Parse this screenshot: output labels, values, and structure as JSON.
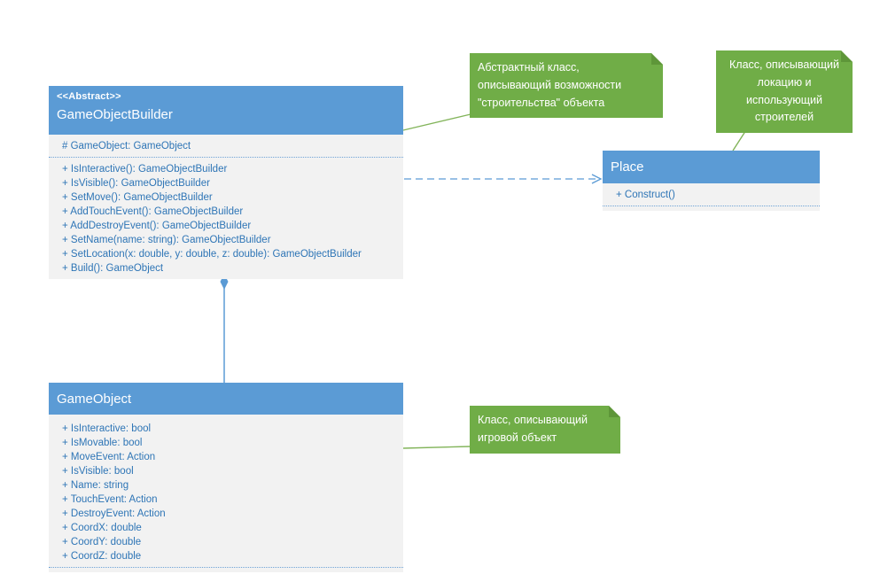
{
  "colors": {
    "header_blue": "#5B9BD5",
    "body_gray": "#F2F2F2",
    "member_text": "#2E75B6",
    "separator_blue": "#6FA3D6",
    "note_green": "#70AD47",
    "note_fold": "#5E9639",
    "connector_green": "#82B45A",
    "connector_blue": "#5B9BD5"
  },
  "classes": {
    "gameobjectbuilder": {
      "stereotype": "<<Abstract>>",
      "name": "GameObjectBuilder",
      "attributes": [
        "# GameObject: GameObject"
      ],
      "methods": [
        "+ IsInteractive(): GameObjectBuilder",
        "+ IsVisible(): GameObjectBuilder",
        "+ SetMove(): GameObjectBuilder",
        "+ AddTouchEvent(): GameObjectBuilder",
        "+ AddDestroyEvent(): GameObjectBuilder",
        "+ SetName(name: string): GameObjectBuilder",
        "+ SetLocation(x: double, y: double, z: double): GameObjectBuilder",
        "+ Build(): GameObject"
      ]
    },
    "place": {
      "name": "Place",
      "methods": [
        "+ Construct()"
      ]
    },
    "gameobject": {
      "name": "GameObject",
      "attributes": [
        "+ IsInteractive: bool",
        "+ IsMovable: bool",
        "+ MoveEvent: Action",
        "+ IsVisible: bool",
        "+ Name: string",
        "+ TouchEvent: Action",
        "+ DestroyEvent: Action",
        "+ CoordX: double",
        "+ CoordY: double",
        "+ CoordZ: double"
      ]
    }
  },
  "notes": {
    "abstract_class": "Абстрактный класс, описывающий возможности \"строительства\" объекта",
    "place_class": "Класс, описывающий локацию и использующий строителей",
    "gameobject_class": "Класс, описывающий игровой объект"
  }
}
